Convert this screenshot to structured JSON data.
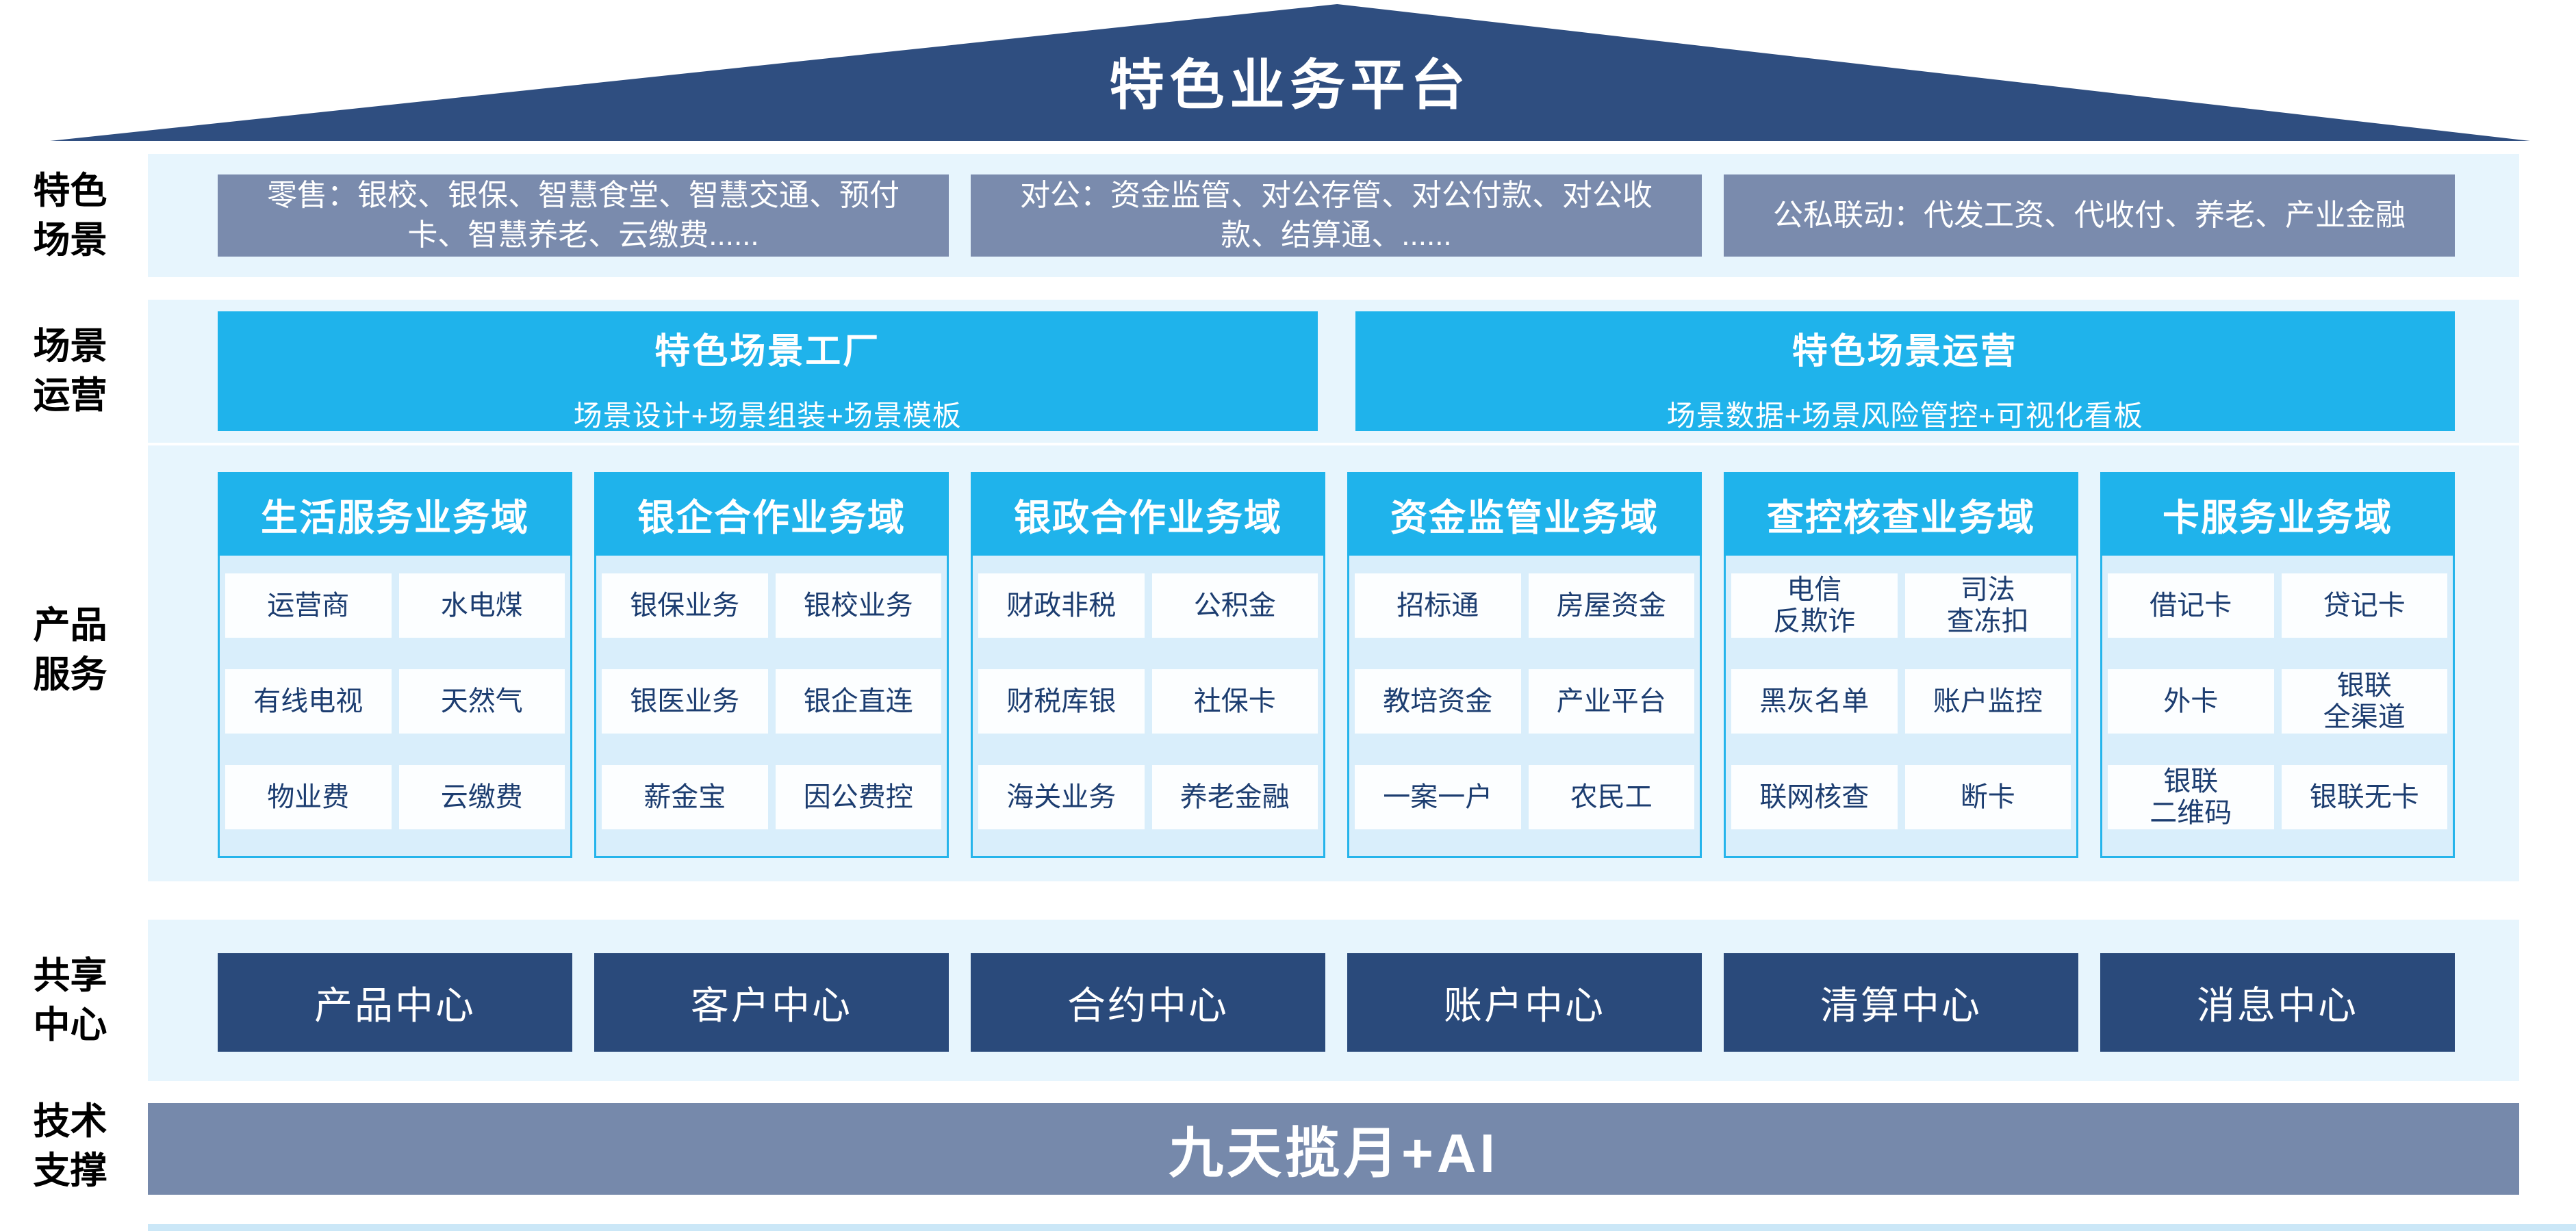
{
  "title": "特色业务平台",
  "sections": {
    "scenes": {
      "label": "特色\n场景",
      "boxes": [
        "零售：银校、银保、智慧食堂、智慧交通、预付卡、智慧养老、云缴费......",
        "对公：资金监管、对公存管、对公付款、对公收款、结算通、......",
        "公私联动：代发工资、代收付、养老、产业金融"
      ]
    },
    "operations": {
      "label": "场景\n运营",
      "boxes": [
        {
          "title": "特色场景工厂",
          "subtitle": "场景设计+场景组装+场景模板"
        },
        {
          "title": "特色场景运营",
          "subtitle": "场景数据+场景风险管控+可视化看板"
        }
      ]
    },
    "products": {
      "label": "产品\n服务",
      "columns": [
        {
          "header": "生活服务业务域",
          "cells": [
            "运营商",
            "水电煤",
            "有线电视",
            "天然气",
            "物业费",
            "云缴费"
          ]
        },
        {
          "header": "银企合作业务域",
          "cells": [
            "银保业务",
            "银校业务",
            "银医业务",
            "银企直连",
            "薪金宝",
            "因公费控"
          ]
        },
        {
          "header": "银政合作业务域",
          "cells": [
            "财政非税",
            "公积金",
            "财税库银",
            "社保卡",
            "海关业务",
            "养老金融"
          ]
        },
        {
          "header": "资金监管业务域",
          "cells": [
            "招标通",
            "房屋资金",
            "教培资金",
            "产业平台",
            "一案一户",
            "农民工"
          ]
        },
        {
          "header": "查控核查业务域",
          "cells": [
            "电信\n反欺诈",
            "司法\n查冻扣",
            "黑灰名单",
            "账户监控",
            "联网核查",
            "断卡"
          ]
        },
        {
          "header": "卡服务业务域",
          "cells": [
            "借记卡",
            "贷记卡",
            "外卡",
            "银联\n全渠道",
            "银联\n二维码",
            "银联无卡"
          ]
        }
      ]
    },
    "share": {
      "label": "共享\n中心",
      "centers": [
        "产品中心",
        "客户中心",
        "合约中心",
        "账户中心",
        "清算中心",
        "消息中心"
      ]
    },
    "tech": {
      "label": "技术\n支撑",
      "bar": "九天揽月+AI"
    }
  },
  "colors": {
    "roof_navy": "#2F4E80",
    "center_navy": "#2A4A7B",
    "accent_cyan": "#1FB3EB",
    "band_light_blue": "#E7F5FD",
    "column_body_blue": "#D9EEFB",
    "scene_gray_blue": "#7A8BAD",
    "tech_gray_blue": "#7689AB",
    "cell_text_navy": "#1C3D70"
  }
}
